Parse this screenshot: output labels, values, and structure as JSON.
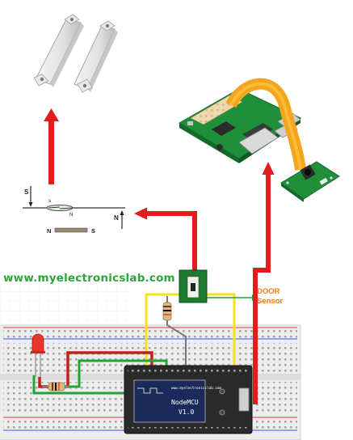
{
  "website": "www.myelectronicslab.com",
  "door_sensor_label": {
    "line1": "DOOR",
    "line2": "Sensor"
  },
  "reed_labels": {
    "s_top": "S",
    "s_inner": "s",
    "n_inner": "N",
    "n_right": "N",
    "magnet_n": "N",
    "magnet_s": "S"
  },
  "nodemcu": {
    "url": "www.myelectronicslab.com",
    "name": "NodeMCU",
    "version": "V1.0"
  },
  "colors": {
    "arrow": "#e21b1b",
    "wire_red": "#c0201b",
    "wire_yellow": "#f2e41c",
    "wire_green": "#25a338",
    "wire_gray": "#777777",
    "website": "#2fa43a",
    "door_label": "#f07b12"
  }
}
